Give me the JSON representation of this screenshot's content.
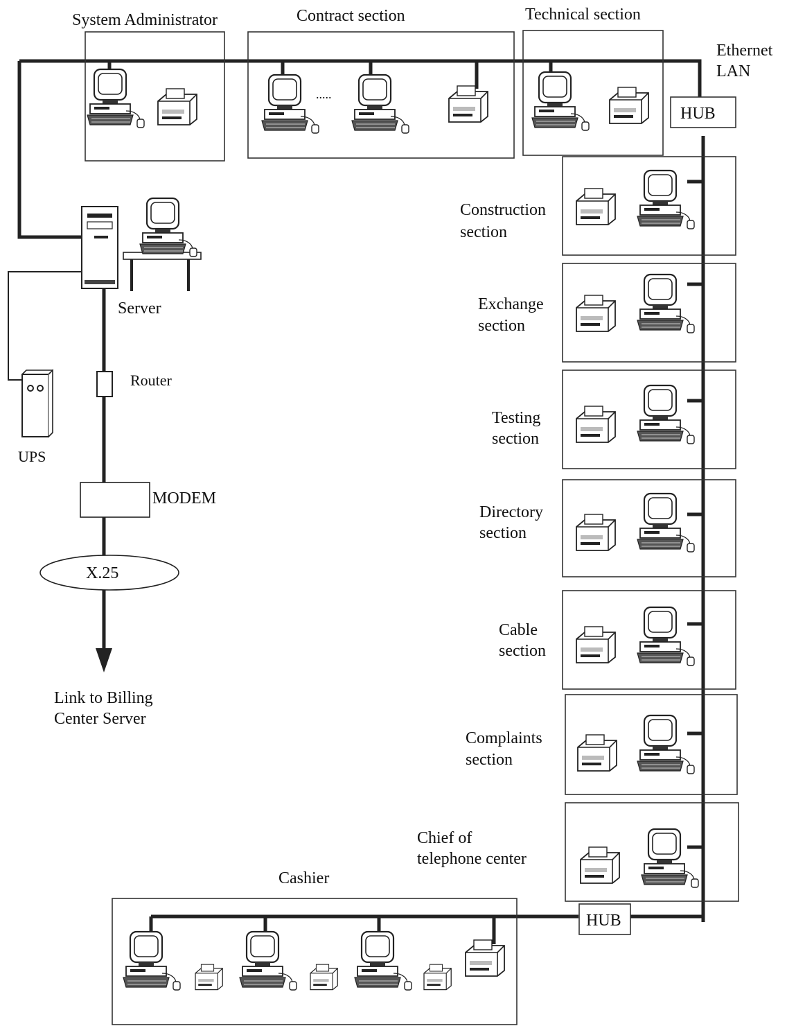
{
  "network": {
    "lan_label_1": "Ethernet",
    "lan_label_2": "LAN",
    "hub_label": "HUB"
  },
  "sections_top": {
    "sysadmin": "System Administrator",
    "contract": "Contract section",
    "contract_dots": ".....",
    "technical": "Technical section"
  },
  "sections_right": [
    {
      "line1": "Construction",
      "line2": "section"
    },
    {
      "line1": "Exchange",
      "line2": "section"
    },
    {
      "line1": "Testing",
      "line2": "section"
    },
    {
      "line1": "Directory",
      "line2": "section"
    },
    {
      "line1": "Cable",
      "line2": "section"
    },
    {
      "line1": "Complaints",
      "line2": "section"
    },
    {
      "line1": "Chief of",
      "line2": "telephone center"
    }
  ],
  "cashier": {
    "label": "Cashier"
  },
  "server_side": {
    "server": "Server",
    "router": "Router",
    "ups": "UPS",
    "modem": "MODEM",
    "x25": "X.25",
    "link_line1": "Link to Billing",
    "link_line2": "Center Server"
  },
  "icons": [
    "computer-icon",
    "printer-icon",
    "server-tower-icon",
    "ups-icon",
    "router-icon",
    "modem-icon",
    "arrow-down-icon"
  ],
  "colors": {
    "ink": "#222222",
    "paper": "#ffffff"
  }
}
